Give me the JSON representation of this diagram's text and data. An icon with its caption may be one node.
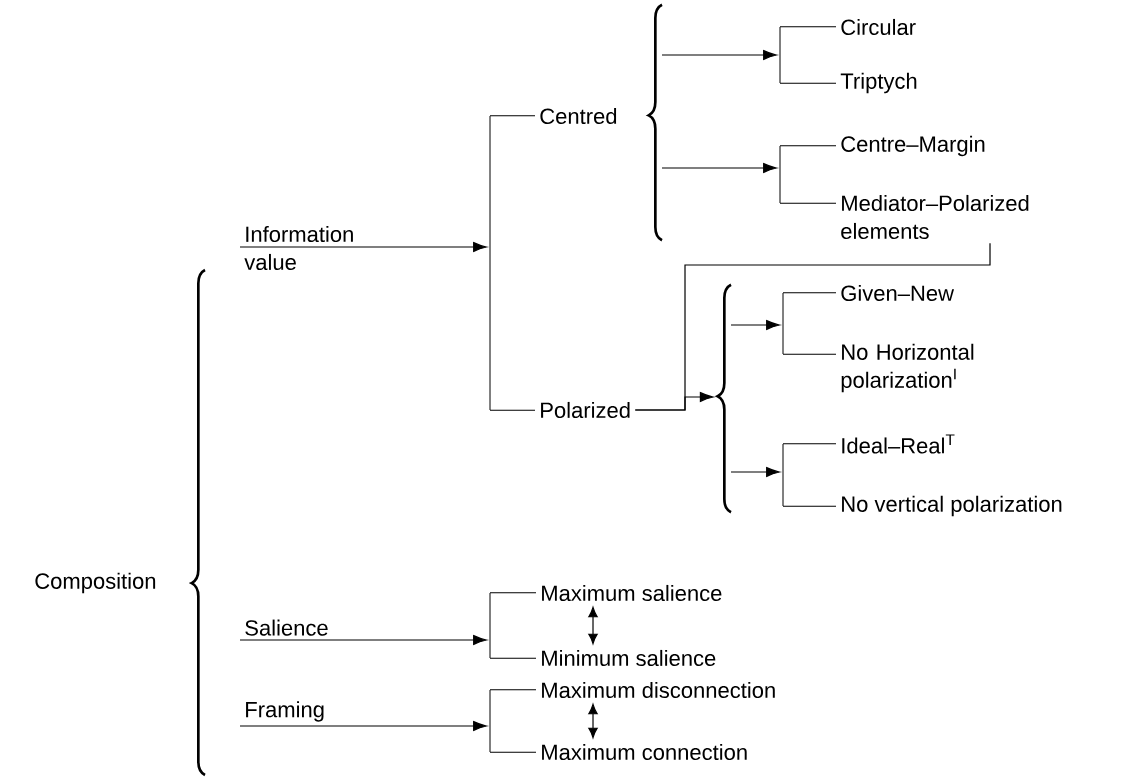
{
  "diagram": {
    "nodes": [
      {
        "text": [
          "Composition"
        ]
      },
      {
        "text": [
          "Information value"
        ]
      },
      {
        "text": [
          "Centred"
        ]
      },
      {
        "text": [
          "Polarized"
        ]
      },
      {
        "text": [
          "Circular"
        ]
      },
      {
        "text": [
          "Triptych"
        ]
      },
      {
        "text": [
          "Centre–Margin"
        ]
      },
      {
        "text": [
          "Mediator–Polarized elements"
        ]
      },
      {
        "text": [
          "Given–New"
        ]
      },
      {
        "text": [
          "No Horizontal polarization$^{I}$"
        ]
      },
      {
        "text": [
          "Ideal–Real$^{T}$"
        ]
      },
      {
        "text": [
          "No vertical polarization"
        ]
      },
      {
        "text": [
          "Salience"
        ]
      },
      {
        "text": [
          "Maximum salience"
        ]
      },
      {
        "text": [
          "Minimum salience"
        ]
      },
      {
        "text": [
          "Framing"
        ]
      },
      {
        "text": [
          "Maximum disconnection"
        ]
      },
      {
        "text": [
          "Maximum connection"
        ]
      },
      {
        "text": [],
        "shape": "bar"
      },
      {
        "text": [],
        "shape": "brace"
      },
      {
        "text": [],
        "shape": "bar"
      },
      {
        "text": [],
        "shape": "bar"
      },
      {
        "text": [],
        "shape": "brace"
      },
      {
        "text": [],
        "shape": "bar"
      },
      {
        "text": [],
        "shape": "bar"
      },
      {
        "text": [],
        "shape": "bar"
      },
      {
        "text": [],
        "shape": "bar"
      }
    ],
    "edges": [
      {
        "from": 1,
        "to": 18,
        "arrow": "to"
      },
      {
        "from": 18,
        "to": 2,
        "arrow": "none"
      },
      {
        "from": 18,
        "to": 3,
        "arrow": "none"
      },
      {
        "from": 19,
        "to": 20,
        "arrow": "to"
      },
      {
        "from": 20,
        "to": 4,
        "arrow": "none"
      },
      {
        "from": 20,
        "to": 5,
        "arrow": "none"
      },
      {
        "from": 19,
        "to": 21,
        "arrow": "to"
      },
      {
        "from": 21,
        "to": 6,
        "arrow": "none"
      },
      {
        "from": 21,
        "to": 7,
        "arrow": "none"
      },
      {
        "from": 7,
        "to": 3,
        "arrow": "none"
      },
      {
        "from": 3,
        "to": 22,
        "arrow": "to"
      },
      {
        "from": 22,
        "to": 23,
        "arrow": "to"
      },
      {
        "from": 23,
        "to": 8,
        "arrow": "none"
      },
      {
        "from": 23,
        "to": 9,
        "arrow": "none"
      },
      {
        "from": 22,
        "to": 24,
        "arrow": "to"
      },
      {
        "from": 24,
        "to": 10,
        "arrow": "none"
      },
      {
        "from": 24,
        "to": 11,
        "arrow": "none"
      },
      {
        "from": 12,
        "to": 25,
        "arrow": "to"
      },
      {
        "from": 25,
        "to": 13,
        "arrow": "none"
      },
      {
        "from": 25,
        "to": 14,
        "arrow": "none"
      },
      {
        "from": 15,
        "to": 26,
        "arrow": "to"
      },
      {
        "from": 26,
        "to": 16,
        "arrow": "none"
      },
      {
        "from": 26,
        "to": 17,
        "arrow": "none"
      },
      {
        "from": 13,
        "to": 14,
        "arrow": "both"
      },
      {
        "from": 16,
        "to": 17,
        "arrow": "both"
      }
    ]
  }
}
